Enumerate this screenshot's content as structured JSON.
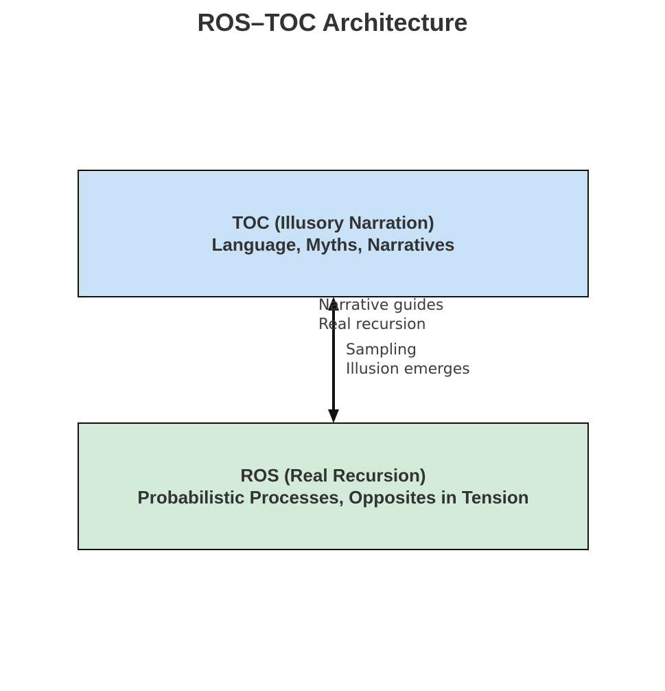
{
  "title": "ROS–TOC Architecture",
  "toc_box": {
    "line1": "TOC (Illusory Narration)",
    "line2": "Language, Myths, Narratives",
    "fill": "#c9e2f8"
  },
  "ros_box": {
    "line1": "ROS (Real Recursion)",
    "line2": "Probabilistic Processes, Opposites in Tension",
    "fill": "#d3ebd9"
  },
  "arrow": {
    "direction": "bidirectional-vertical",
    "color": "#111111",
    "label_top": {
      "line1": "Narrative guides",
      "line2": "Real recursion"
    },
    "label_bottom": {
      "line1": "Sampling",
      "line2": "Illusion emerges"
    }
  },
  "colors": {
    "background": "#ffffff",
    "box_border": "#111111",
    "box_text": "#333333",
    "label_text": "#3d3d3d"
  }
}
